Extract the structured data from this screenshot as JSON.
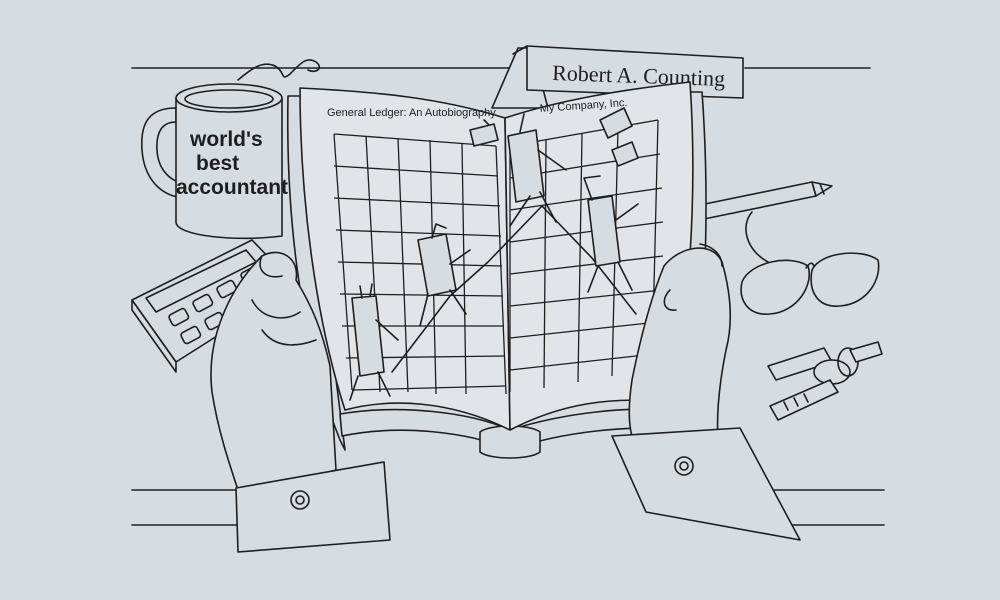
{
  "mug": {
    "line1": "world's",
    "line2": "best",
    "line3": "accountant"
  },
  "nameplate": {
    "name": "Robert  A. Counting"
  },
  "book": {
    "left_title": "General Ledger: An Autobiography",
    "right_title": "My Company, Inc."
  },
  "colors": {
    "background": "#d6dde2",
    "ink": "#1e1e1e"
  }
}
